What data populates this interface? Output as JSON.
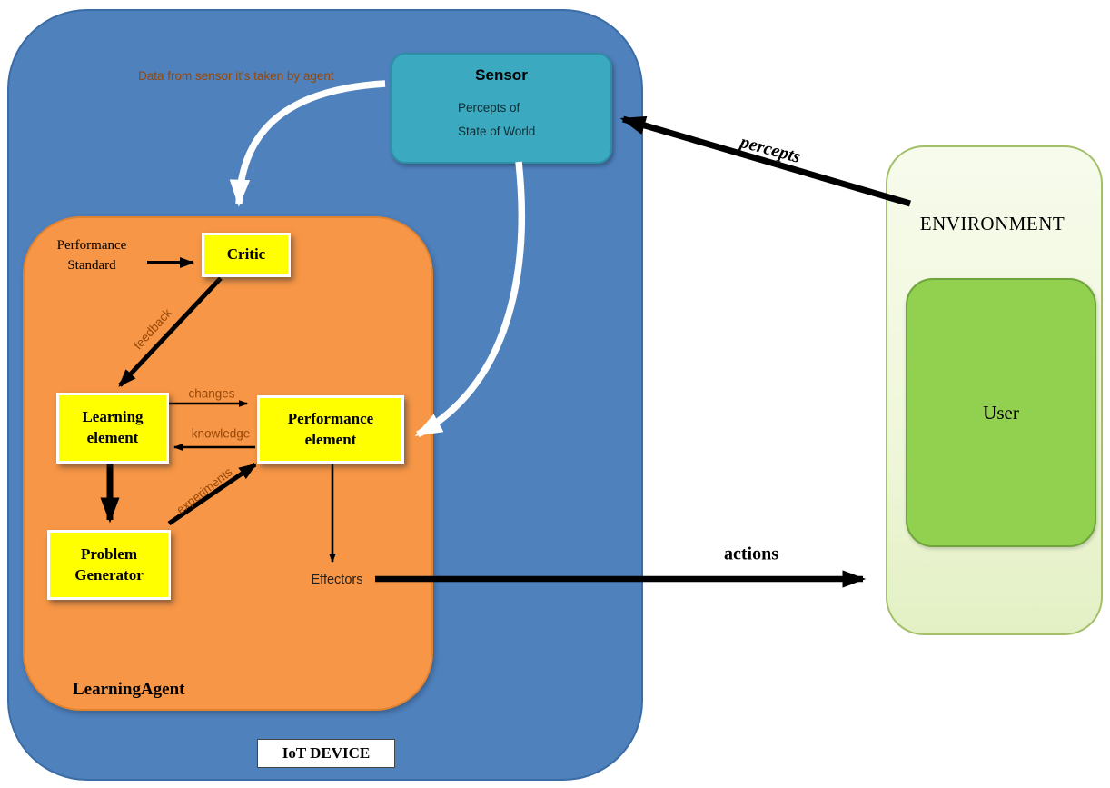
{
  "diagram": {
    "title": "IoT DEVICE",
    "sensor": {
      "title": "Sensor",
      "desc_line1": "Percepts of",
      "desc_line2": "State of World"
    },
    "sensor_note": "Data from sensor it's taken by agent",
    "agent_label": "LearningAgent",
    "nodes": {
      "critic": "Critic",
      "learning_element_line1": "Learning",
      "learning_element_line2": "element",
      "performance_element_line1": "Performance",
      "performance_element_line2": "element",
      "problem_generator_line1": "Problem",
      "problem_generator_line2": "Generator"
    },
    "performance_standard_line1": "Performance",
    "performance_standard_line2": "Standard",
    "edges": {
      "feedback": "feedback",
      "changes": "changes",
      "knowledge": "knowledge",
      "experiments": "experiments",
      "effectors": "Effectors",
      "actions": "actions",
      "percepts": "percepts"
    },
    "environment": {
      "label": "ENVIRONMENT",
      "user_label": "User"
    },
    "colors": {
      "device_fill": "#4F81BD",
      "agent_fill": "#F79646",
      "sensor_fill": "#3BA9BF",
      "node_fill": "#FFFF00",
      "environment_fill": "#EFF7DA",
      "user_fill": "#92D050",
      "note_text": "#974706"
    }
  }
}
